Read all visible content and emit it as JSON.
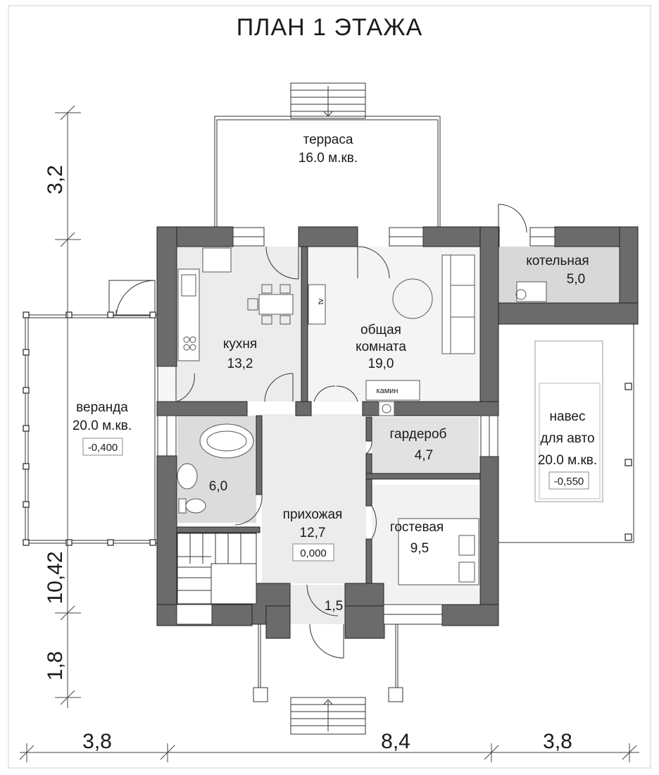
{
  "title": "ПЛАН  1   ЭТАЖА",
  "rooms": {
    "terrace": {
      "name": "терраса",
      "area": "16.0 м.кв."
    },
    "boiler": {
      "name": "котельная",
      "area": "5,0"
    },
    "kitchen": {
      "name": "кухня",
      "area": "13,2"
    },
    "living": {
      "name_line1": "общая",
      "name_line2": "комната",
      "area": "19,0"
    },
    "veranda": {
      "name": "веранда",
      "area": "20.0 м.кв.",
      "level": "-0,400"
    },
    "bathroom": {
      "area": "6,0"
    },
    "wardrobe": {
      "name": "гардероб",
      "area": "4,7"
    },
    "hall": {
      "name": "прихожая",
      "area": "12,7",
      "level": "0,000"
    },
    "guest": {
      "name": "гостевая",
      "area": "9,5"
    },
    "vestibule": {
      "area": "1,5"
    },
    "carport": {
      "name_line1": "навес",
      "name_line2": "для авто",
      "area": "20.0 м.кв.",
      "level": "-0,550"
    }
  },
  "fixtures": {
    "tv": "tv",
    "fireplace": "камин"
  },
  "dimensions": {
    "left": [
      "3,2",
      "10,42",
      "1,8"
    ],
    "bottom": [
      "3,8",
      "8,4",
      "3,8"
    ]
  },
  "colors": {
    "wall": "#6b6b6b",
    "floor_light": "#ececec",
    "floor_mid": "#dcdcdc",
    "line": "#222222"
  }
}
